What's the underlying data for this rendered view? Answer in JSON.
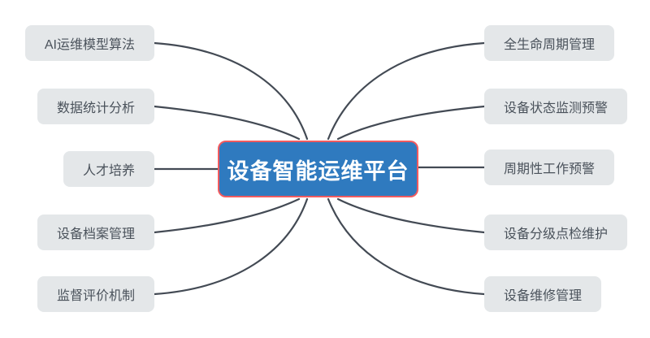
{
  "title": "设备智能运维平台",
  "colors": {
    "center_bg": "#2f7abf",
    "center_border": "#f15b5f",
    "node_bg": "#e4e7e9",
    "node_text": "#4a525b",
    "line": "#434a54",
    "canvas_bg": "#ffffff"
  },
  "center": {
    "label": "设备智能运维平台"
  },
  "branches": {
    "left": [
      {
        "label": "AI运维模型算法"
      },
      {
        "label": "数据统计分析"
      },
      {
        "label": "人才培养"
      },
      {
        "label": "设备档案管理"
      },
      {
        "label": "监督评价机制"
      }
    ],
    "right": [
      {
        "label": "全生命周期管理"
      },
      {
        "label": "设备状态监测预警"
      },
      {
        "label": "周期性工作预警"
      },
      {
        "label": "设备分级点检维护"
      },
      {
        "label": "设备维修管理"
      }
    ]
  }
}
